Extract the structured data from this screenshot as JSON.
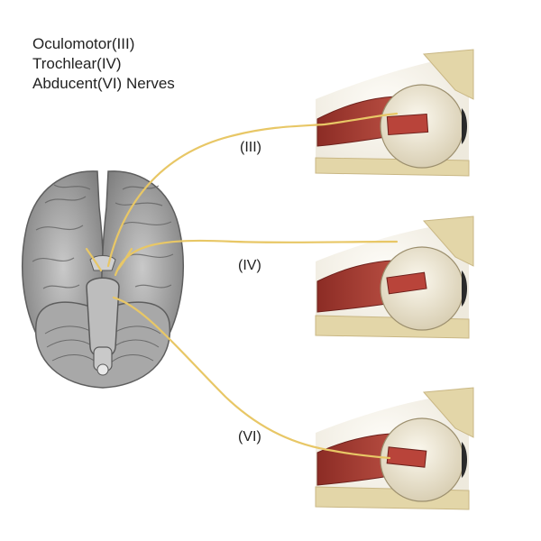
{
  "title": {
    "line1": "Oculomotor(III)",
    "line2": "Trochlear(IV)",
    "line3": "Abducent(VI) Nerves"
  },
  "labels": {
    "oculomotor": "(III)",
    "trochlear": "(IV)",
    "abducent": "(VI)"
  },
  "colors": {
    "nerve": "#e8c766",
    "brain": "#9a9a9a",
    "muscle": "#b9443a",
    "eyeball": "#ece5d2",
    "bone": "#e3d6a8"
  }
}
